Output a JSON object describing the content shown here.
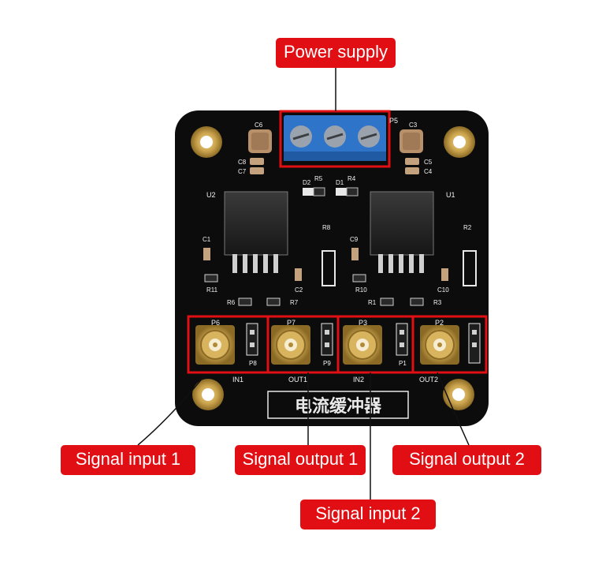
{
  "callouts": {
    "power_supply": "Power supply",
    "signal_input_1": "Signal input 1",
    "signal_output_1": "Signal output 1",
    "signal_output_2": "Signal output 2",
    "signal_input_2": "Signal input 2"
  },
  "board": {
    "title": "电流缓冲器",
    "labels": {
      "u2": "U2",
      "u1": "U1",
      "c6": "C6",
      "c3": "C3",
      "c8": "C8",
      "c7": "C7",
      "c5": "C5",
      "c4": "C4",
      "d2": "D2",
      "r5": "R5",
      "d1": "D1",
      "r4": "R4",
      "r8": "R8",
      "r2": "R2",
      "c1": "C1",
      "c9": "C9",
      "c2": "C2",
      "c10": "C10",
      "r11": "R11",
      "r10": "R10",
      "r6": "R6",
      "r7": "R7",
      "r1": "R1",
      "r3": "R3",
      "p6": "P6",
      "p7": "P7",
      "p3": "P3",
      "p2": "P2",
      "p8": "P8",
      "p9": "P9",
      "p1": "P1",
      "p5": "P5",
      "in1": "IN1",
      "out1": "OUT1",
      "in2": "IN2",
      "out2": "OUT2"
    }
  },
  "colors": {
    "callout_red": "#e10f14",
    "pcb_black": "#0c0c0c",
    "gold": "#c9a24a",
    "terminal_blue": "#2e74c9"
  }
}
